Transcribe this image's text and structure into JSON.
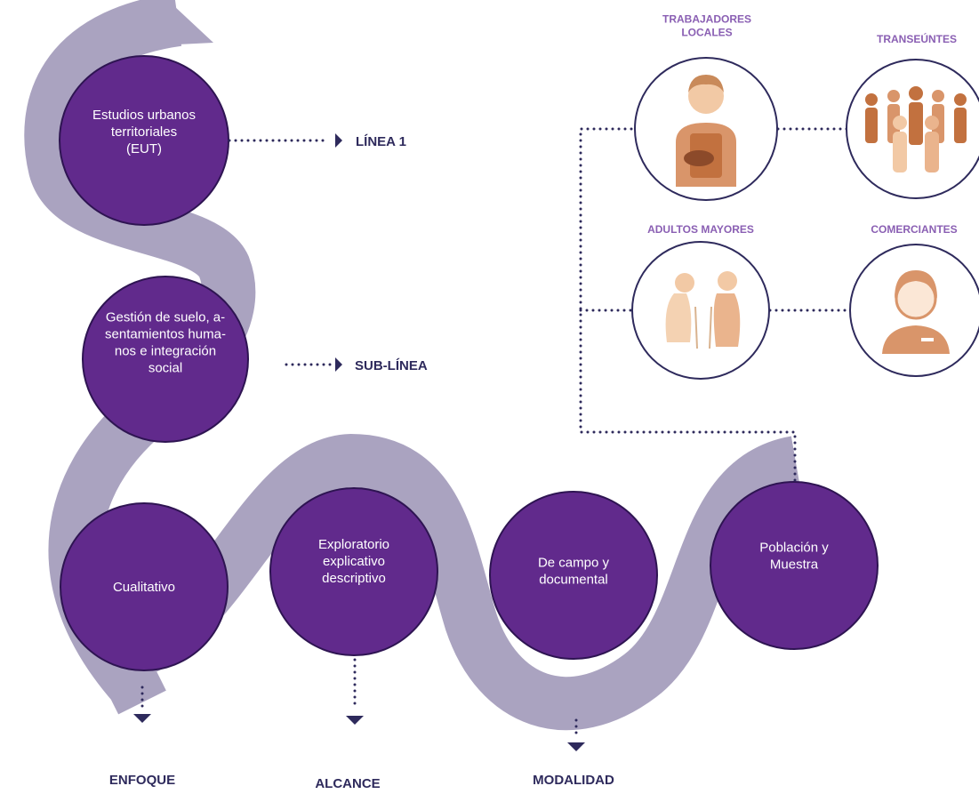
{
  "nodes": {
    "n1": [
      "Estudios urbanos",
      "territoriales",
      "(EUT)"
    ],
    "n2": [
      "Gestión de suelo, a-",
      "sentamientos huma-",
      "nos e integración",
      "social"
    ],
    "n3": [
      "Cualitativo"
    ],
    "n4": [
      "Exploratorio",
      "explicativo",
      "descriptivo"
    ],
    "n5": [
      "De campo y",
      "documental"
    ],
    "n6": [
      "Población y",
      "Muestra"
    ]
  },
  "tags": {
    "linea": "LÍNEA 1",
    "sublinea": "SUB-LÍNEA",
    "enfoque": "ENFOQUE",
    "alcance": "ALCANCE",
    "modalidad": "MODALIDAD"
  },
  "population": {
    "trabajadores": [
      "TRABAJADORES",
      "LOCALES"
    ],
    "transeuntes": [
      "TRANSEÚNTES"
    ],
    "adultos": [
      "ADULTOS MAYORES"
    ],
    "comerciantes": [
      "COMERCIANTES"
    ]
  },
  "colors": {
    "node": "#612a8c",
    "band": "#aaa3c0",
    "dots": "#2e2a5c",
    "population_title": "#8a5fb3",
    "icon_skin": "#f2c9a5",
    "icon_tone": "#d9956a"
  }
}
